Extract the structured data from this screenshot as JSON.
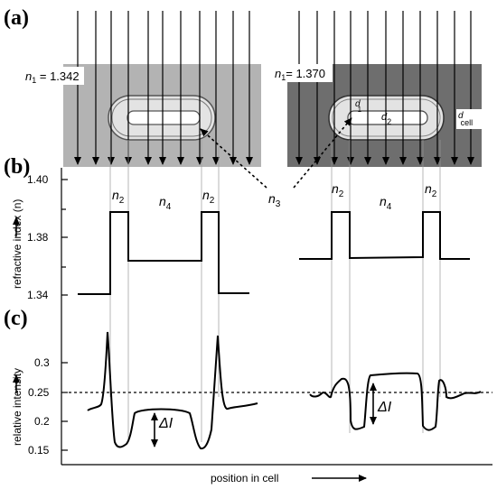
{
  "panels": {
    "a": "(a)",
    "b": "(b)",
    "c": "(c)"
  },
  "labels": {
    "n1_left": "n",
    "n1_left_sub": "1",
    "n1_left_val": " = 1.342",
    "n1_right": "n",
    "n1_right_sub": "1",
    "n1_right_val": "= 1.370",
    "d1": "d",
    "d1_sub": "1",
    "d2": "d",
    "d2_sub": "2",
    "dcell": "d",
    "dcell_sub": "cell",
    "n3": "n",
    "n3_sub": "3",
    "n2": "n",
    "n2_sub": "2",
    "n4": "n",
    "n4_sub": "4",
    "delta_i": "ΔI"
  },
  "axes": {
    "b_ylabel": "refractive index (n)",
    "b_ticks": [
      "1.40",
      "1.38",
      "1.34"
    ],
    "c_ylabel": "relative intensity",
    "c_ticks": [
      "0.3",
      "0.25",
      "0.2",
      "0.15"
    ],
    "xlabel": "position in cell"
  },
  "colors": {
    "left_medium": "#b3b3b3",
    "right_medium": "#6e6e6e",
    "cell_body": "#e2e2e2",
    "core": "#ffffff"
  }
}
